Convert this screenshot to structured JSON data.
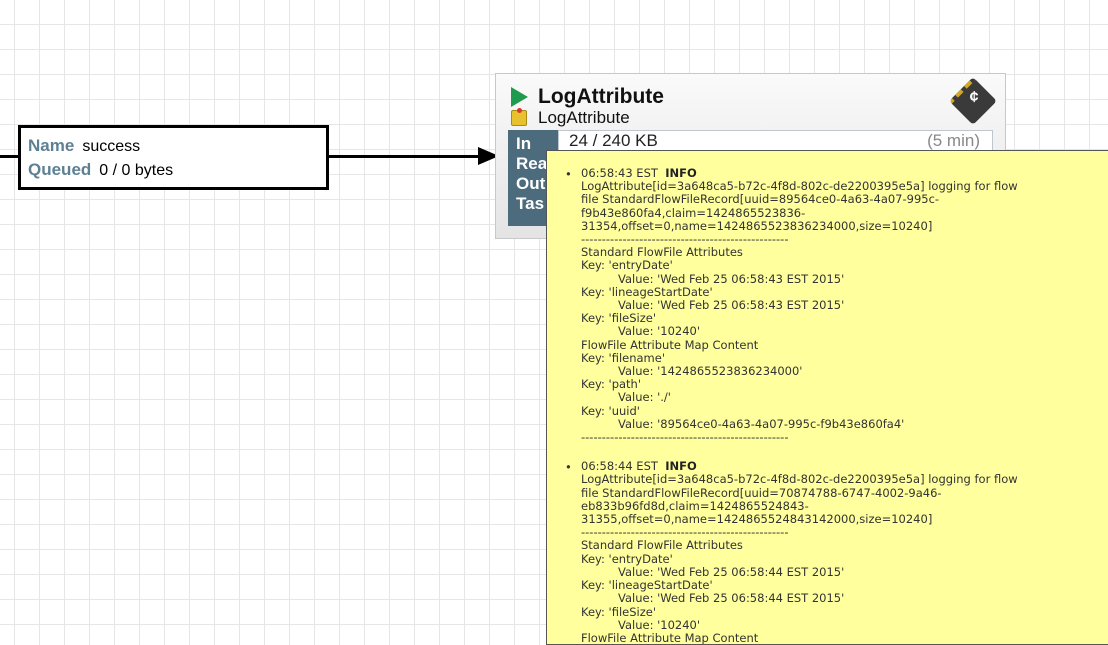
{
  "connection": {
    "name_label": "Name",
    "name": "success",
    "queued_label": "Queued",
    "queued": "0 / 0 bytes"
  },
  "processor": {
    "name": "LogAttribute",
    "type": "LogAttribute",
    "status": "running",
    "stats_labels": [
      "In",
      "Rea",
      "Out",
      "Tas"
    ],
    "in_value": "24 / 240 KB",
    "duration": "(5 min)"
  },
  "tooltip": {
    "entries": [
      {
        "time": "06:58:43 EST",
        "level": "INFO",
        "message": [
          "LogAttribute[id=3a648ca5-b72c-4f8d-802c-de2200395e5a] logging for flow",
          "file StandardFlowFileRecord[uuid=89564ce0-4a63-4a07-995c-",
          "f9b43e860fa4,claim=1424865523836-",
          "31354,offset=0,name=1424865523836234000,size=10240]"
        ],
        "separator": "--------------------------------------------------",
        "lines": [
          {
            "t": "Standard FlowFile Attributes",
            "i": false
          },
          {
            "t": "Key: 'entryDate'",
            "i": false
          },
          {
            "t": "Value: 'Wed Feb 25 06:58:43 EST 2015'",
            "i": true
          },
          {
            "t": "Key: 'lineageStartDate'",
            "i": false
          },
          {
            "t": "Value: 'Wed Feb 25 06:58:43 EST 2015'",
            "i": true
          },
          {
            "t": "Key: 'fileSize'",
            "i": false
          },
          {
            "t": "Value: '10240'",
            "i": true
          },
          {
            "t": "FlowFile Attribute Map Content",
            "i": false
          },
          {
            "t": "Key: 'filename'",
            "i": false
          },
          {
            "t": "Value: '1424865523836234000'",
            "i": true
          },
          {
            "t": "Key: 'path'",
            "i": false
          },
          {
            "t": "Value: './'",
            "i": true
          },
          {
            "t": "Key: 'uuid'",
            "i": false
          },
          {
            "t": "Value: '89564ce0-4a63-4a07-995c-f9b43e860fa4'",
            "i": true
          },
          {
            "t": "--------------------------------------------------",
            "i": false
          }
        ]
      },
      {
        "time": "06:58:44 EST",
        "level": "INFO",
        "message": [
          "LogAttribute[id=3a648ca5-b72c-4f8d-802c-de2200395e5a] logging for flow",
          "file StandardFlowFileRecord[uuid=70874788-6747-4002-9a46-",
          "eb833b96fd8d,claim=1424865524843-",
          "31355,offset=0,name=1424865524843142000,size=10240]"
        ],
        "separator": "--------------------------------------------------",
        "lines": [
          {
            "t": "Standard FlowFile Attributes",
            "i": false
          },
          {
            "t": "Key: 'entryDate'",
            "i": false
          },
          {
            "t": "Value: 'Wed Feb 25 06:58:44 EST 2015'",
            "i": true
          },
          {
            "t": "Key: 'lineageStartDate'",
            "i": false
          },
          {
            "t": "Value: 'Wed Feb 25 06:58:44 EST 2015'",
            "i": true
          },
          {
            "t": "Key: 'fileSize'",
            "i": false
          },
          {
            "t": "Value: '10240'",
            "i": true
          },
          {
            "t": "FlowFile Attribute Map Content",
            "i": false
          }
        ]
      }
    ]
  }
}
